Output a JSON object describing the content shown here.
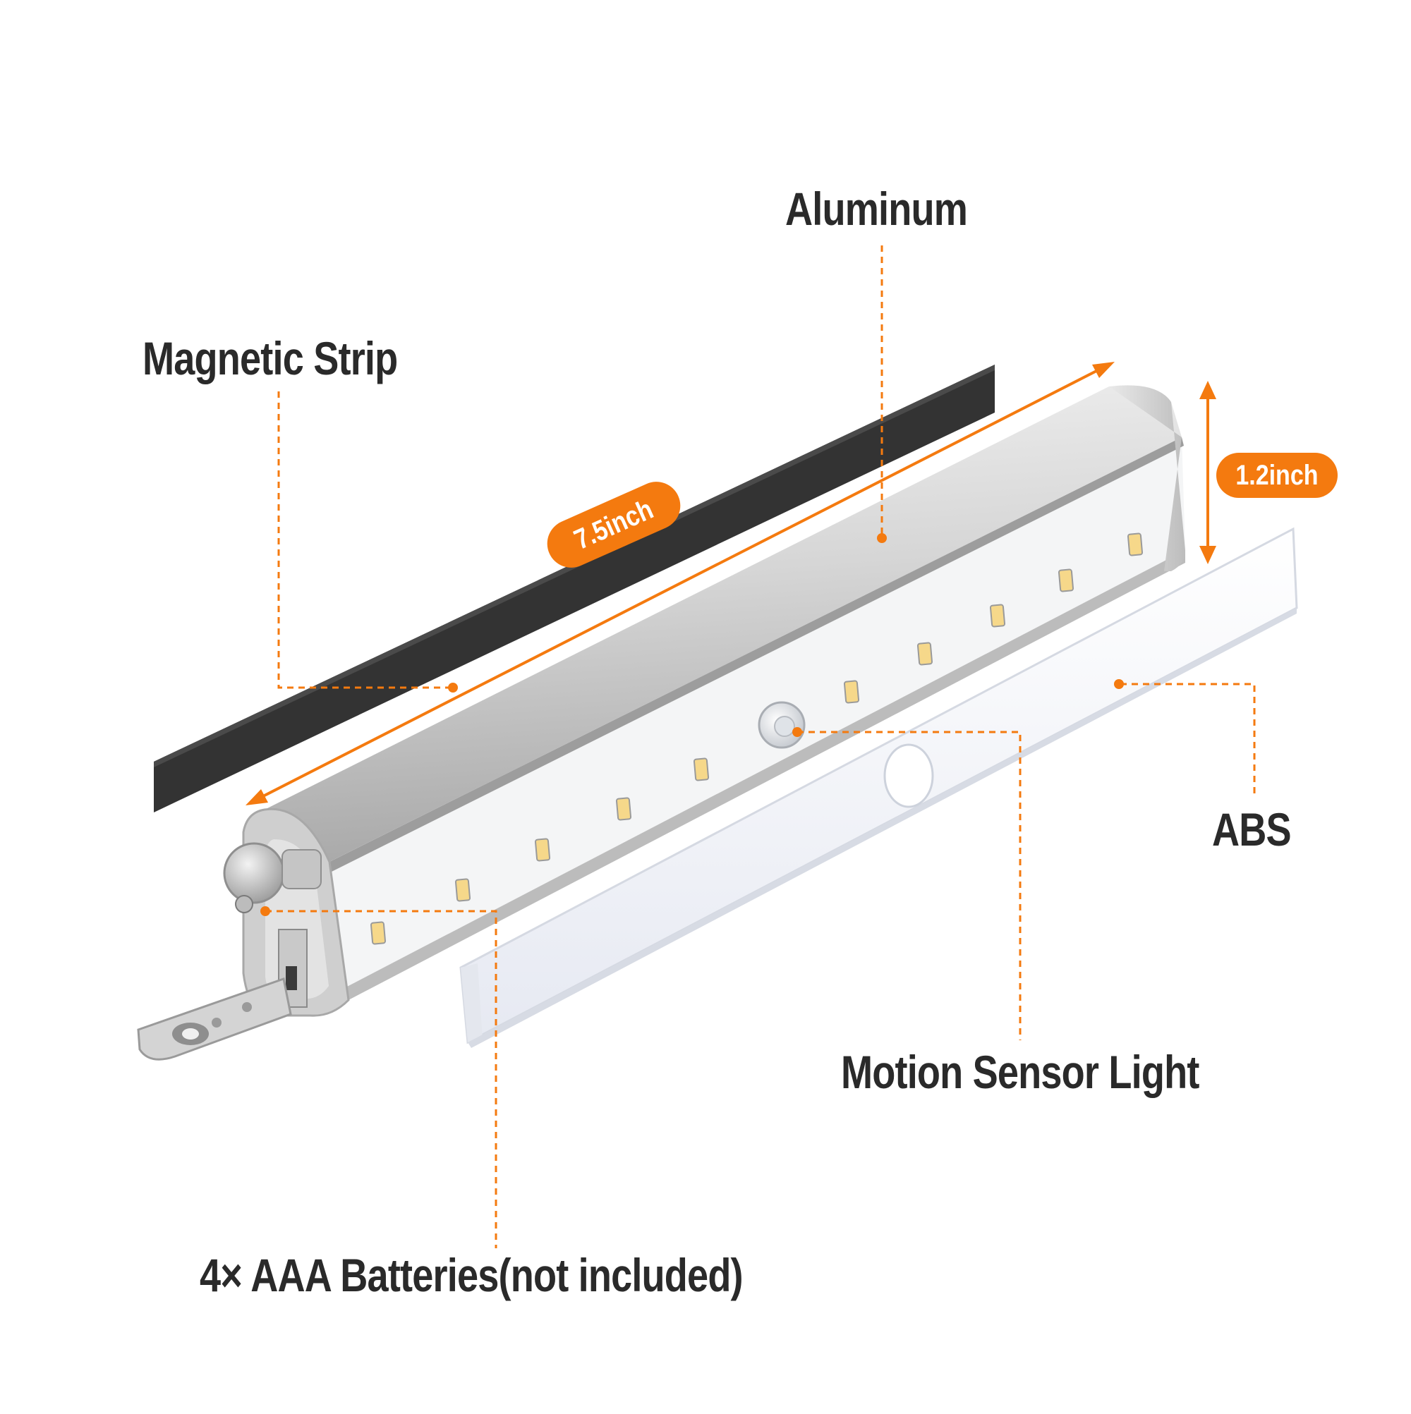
{
  "labels": {
    "aluminum": "Aluminum",
    "magnetic_strip": "Magnetic Strip",
    "abs": "ABS",
    "motion_sensor_light": "Motion Sensor Light",
    "batteries": "4× AAA Batteries(not included)"
  },
  "dimensions": {
    "length": "7.5inch",
    "height": "1.2inch"
  },
  "colors": {
    "accent": "#f47a0f",
    "text": "#2a2a2a",
    "magnetic_strip": "#333333",
    "aluminum": "#c9c9c9",
    "abs_cover": "#f3f5fa",
    "led": "#f6d88a"
  },
  "led_count": 10
}
